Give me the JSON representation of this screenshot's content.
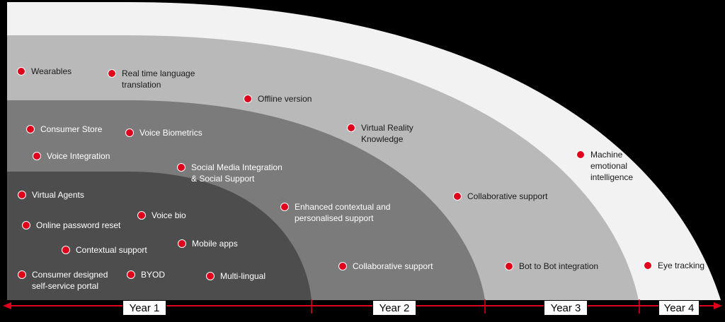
{
  "colors": {
    "band1": "#4d4d4d",
    "band2": "#7b7b7b",
    "band3": "#b9b9b9",
    "band4": "#f2f2f2",
    "dot": "#e0001b",
    "axis": "#e0001b"
  },
  "years": [
    "Year 1",
    "Year 2",
    "Year 3",
    "Year 4"
  ],
  "band1_items": [
    "Virtual Agents",
    "Online password reset",
    "Voice bio",
    "Contextual support",
    "Mobile apps",
    "Consumer designed\nself-service portal",
    "BYOD",
    "Multi-lingual"
  ],
  "band2_items": [
    "Consumer Store",
    "Voice Biometrics",
    "Voice Integration",
    "Social Media Integration\n& Social Support",
    "Enhanced contextual and\npersonalised support",
    "Collaborative support"
  ],
  "band3_items": [
    "Wearables",
    "Real time language\ntranslation",
    "Offline version",
    "Virtual Reality\nKnowledge",
    "Collaborative support",
    "Bot to Bot integration"
  ],
  "band4_items": [
    "Machine\nemotional\nintelligence",
    "Eye tracking"
  ]
}
